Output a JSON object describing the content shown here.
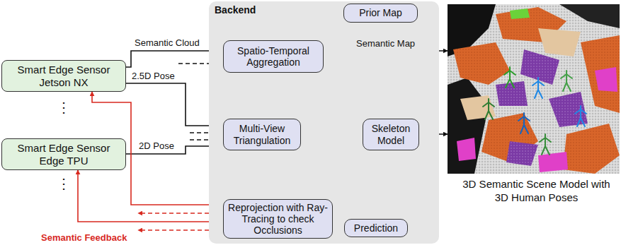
{
  "diagram": {
    "nodes": [
      {
        "text": [
          "Smart Edge Sensor Jetson NX"
        ]
      },
      {
        "text": [
          "Smart Edge Sensor Edge TPU"
        ]
      },
      {
        "text": [
          "Backend"
        ]
      },
      {
        "text": [
          "Prior Map"
        ],
        "in": 2
      },
      {
        "text": [
          "Spatio-Temporal Aggregation"
        ],
        "in": 2
      },
      {
        "text": [
          "Multi-View Triangulation"
        ],
        "in": 2
      },
      {
        "text": [
          "Skeleton Model"
        ],
        "in": 2
      },
      {
        "text": [
          "Reprojection with Ray-Tracing to check Occlusions"
        ],
        "in": 2
      },
      {
        "text": [
          "Prediction"
        ],
        "in": 2
      }
    ],
    "edges": [
      {
        "from": 0,
        "to": 4,
        "label": "Semantic Cloud",
        "arrow": "to"
      },
      {
        "from": 3,
        "to": 4,
        "arrow": "to"
      },
      {
        "from": 0,
        "to": 5,
        "label": "2.5D Pose",
        "arrow": "to"
      },
      {
        "from": 1,
        "to": 5,
        "label": "2D Pose",
        "arrow": "to"
      },
      {
        "from": 5,
        "to": 6,
        "arrow": "to"
      },
      {
        "from": 6,
        "to": 8,
        "arrow": "to"
      },
      {
        "from": 8,
        "to": 7,
        "arrow": "to"
      },
      {
        "from": 4,
        "to": 7,
        "arrow": "to"
      },
      {
        "from": 7,
        "to": 0,
        "arrow": "to"
      },
      {
        "from": 7,
        "to": 1,
        "arrow": "to"
      }
    ],
    "labels": [
      "⋮",
      "⋮",
      "Semantic Map",
      "Semantic Feedback",
      "3D Semantic Scene Model with 3D Human Poses"
    ]
  }
}
